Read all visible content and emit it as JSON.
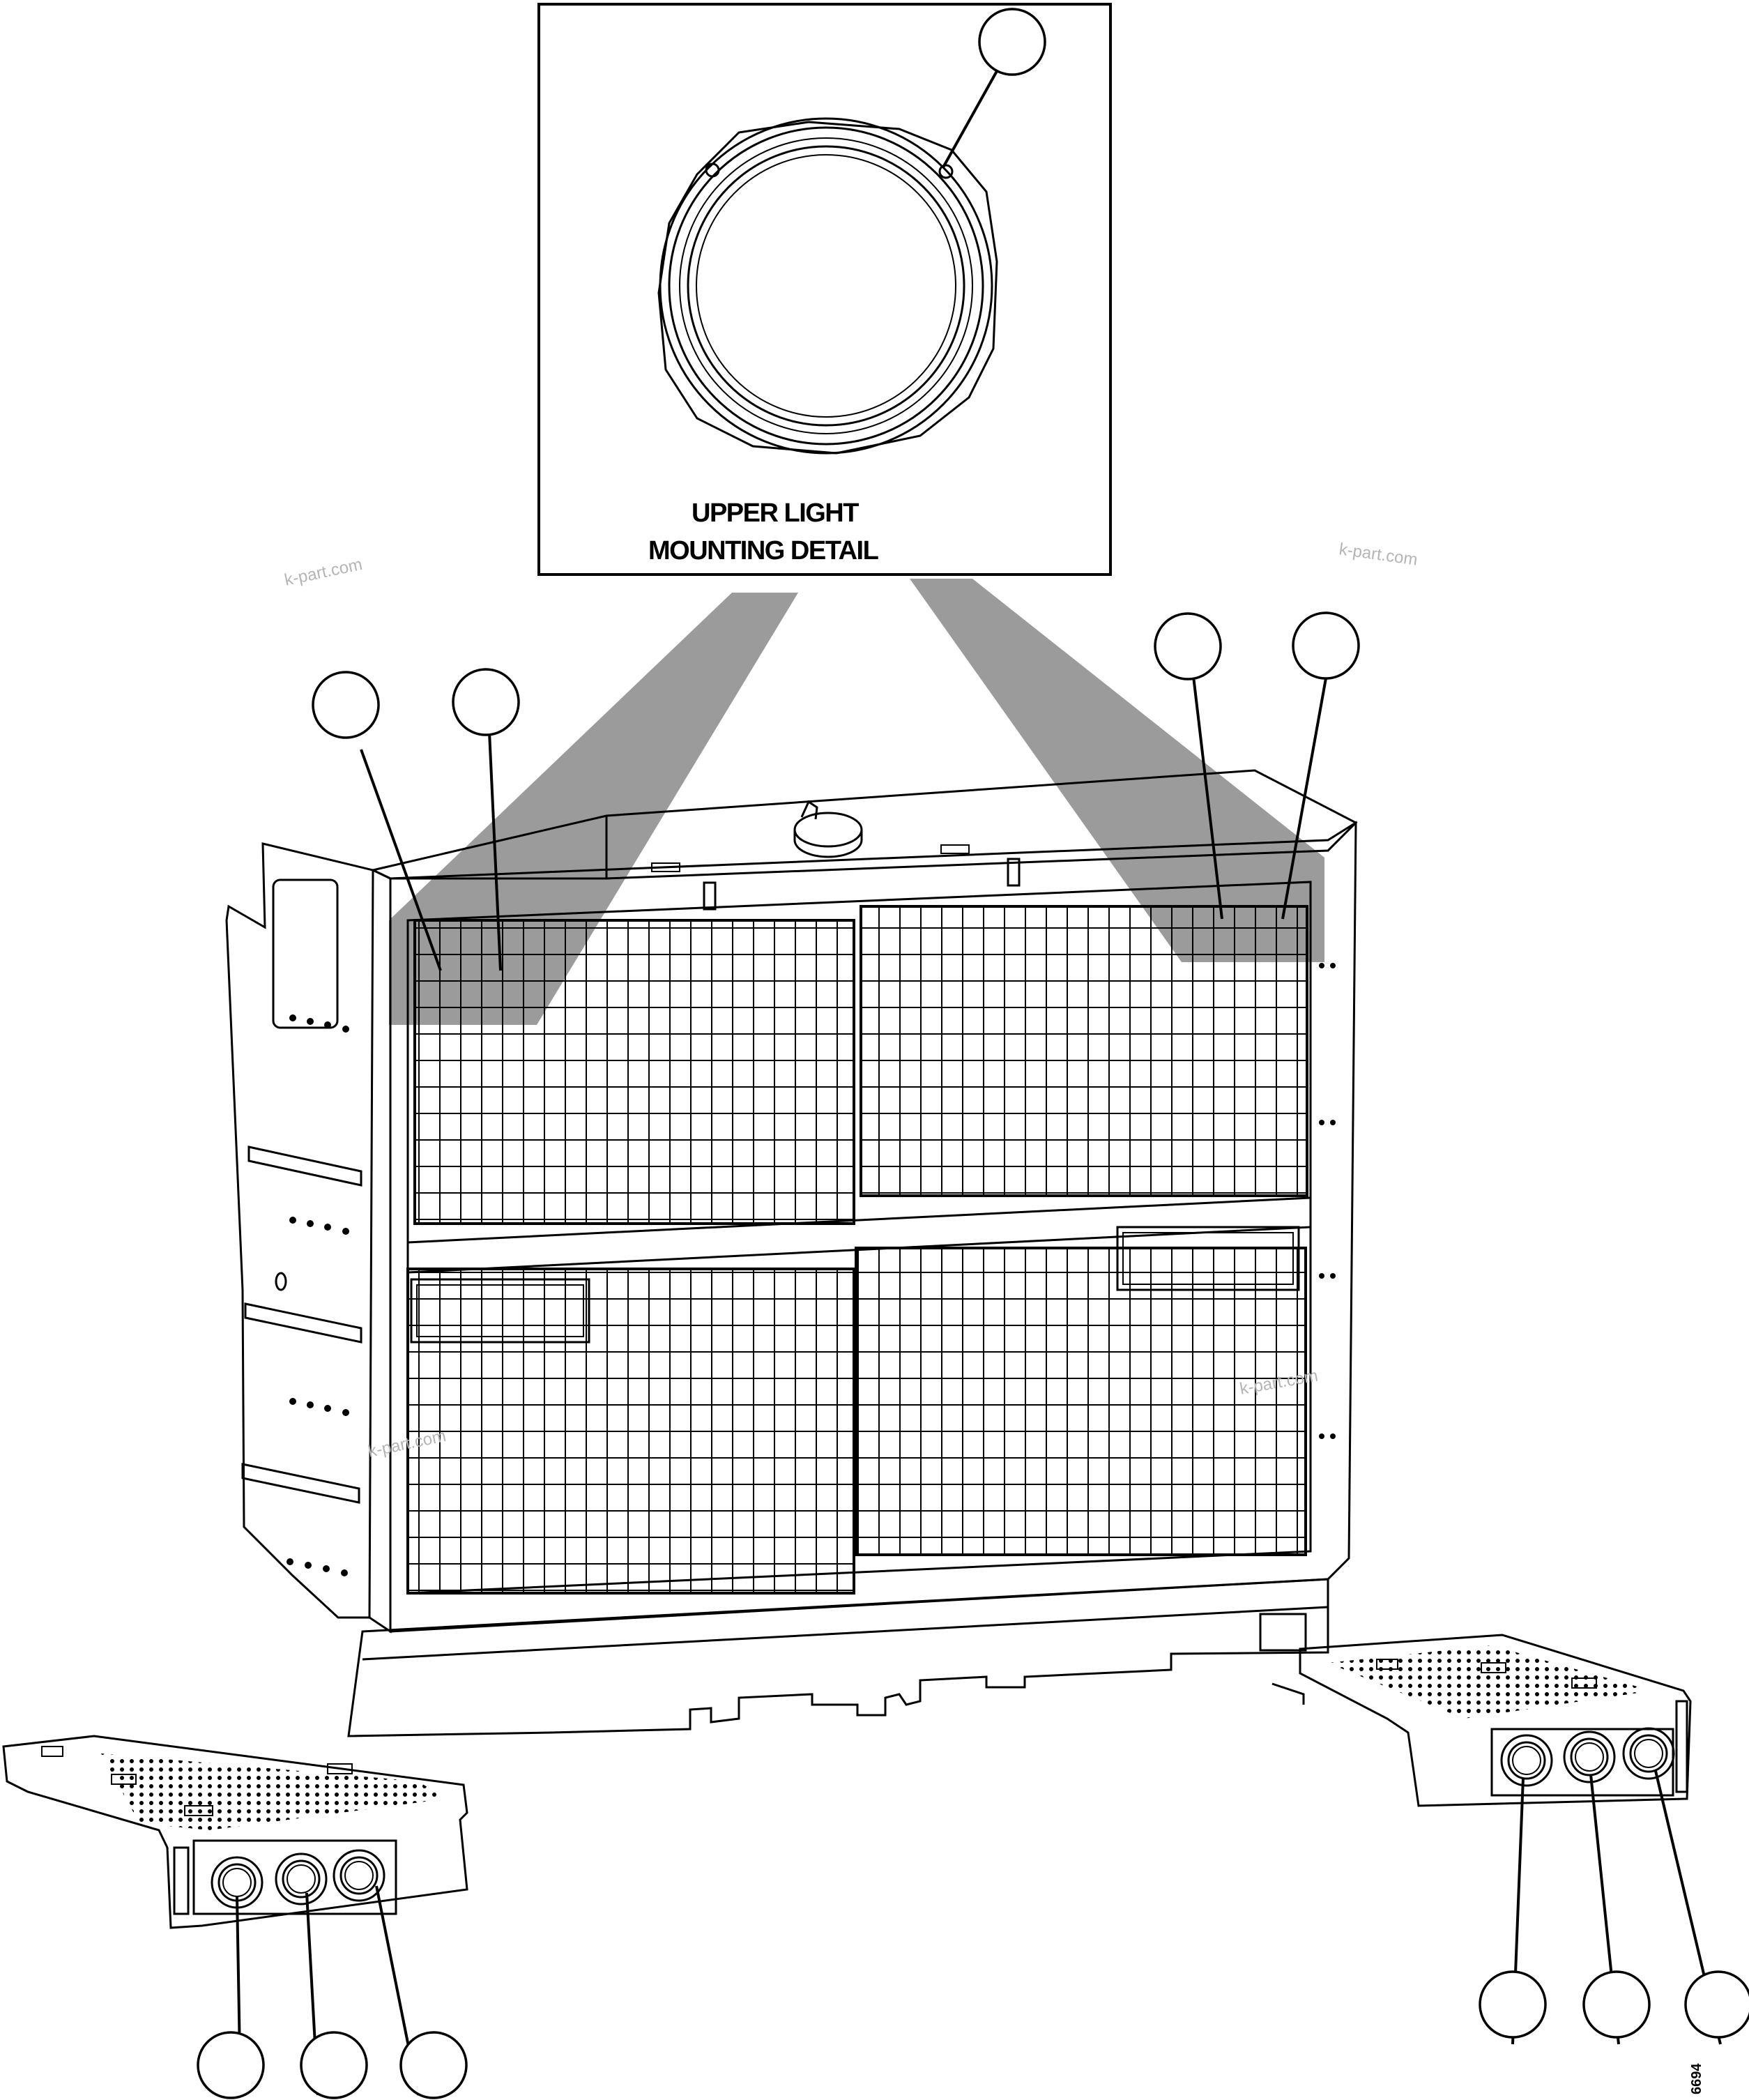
{
  "detail": {
    "caption_line1": "UPPER LIGHT",
    "caption_line2": "MOUNTING DETAIL"
  },
  "watermarks": [
    "k-part.com",
    "k-part.com",
    "k-part.com",
    "k-part.com"
  ],
  "figure_id": "6694",
  "callouts": [
    {
      "name": "callout-detail-light",
      "label": ""
    },
    {
      "name": "callout-top-left-1",
      "label": ""
    },
    {
      "name": "callout-top-left-2",
      "label": ""
    },
    {
      "name": "callout-top-right-1",
      "label": ""
    },
    {
      "name": "callout-top-right-2",
      "label": ""
    },
    {
      "name": "callout-left-light-1",
      "label": ""
    },
    {
      "name": "callout-left-light-2",
      "label": ""
    },
    {
      "name": "callout-left-light-3",
      "label": ""
    },
    {
      "name": "callout-right-light-1",
      "label": ""
    },
    {
      "name": "callout-right-light-2",
      "label": ""
    },
    {
      "name": "callout-right-light-3",
      "label": ""
    }
  ],
  "colors": {
    "line": "#000000",
    "projection_fill": "#9b9b9b",
    "background": "#ffffff",
    "watermark": "#b5b5b5"
  }
}
